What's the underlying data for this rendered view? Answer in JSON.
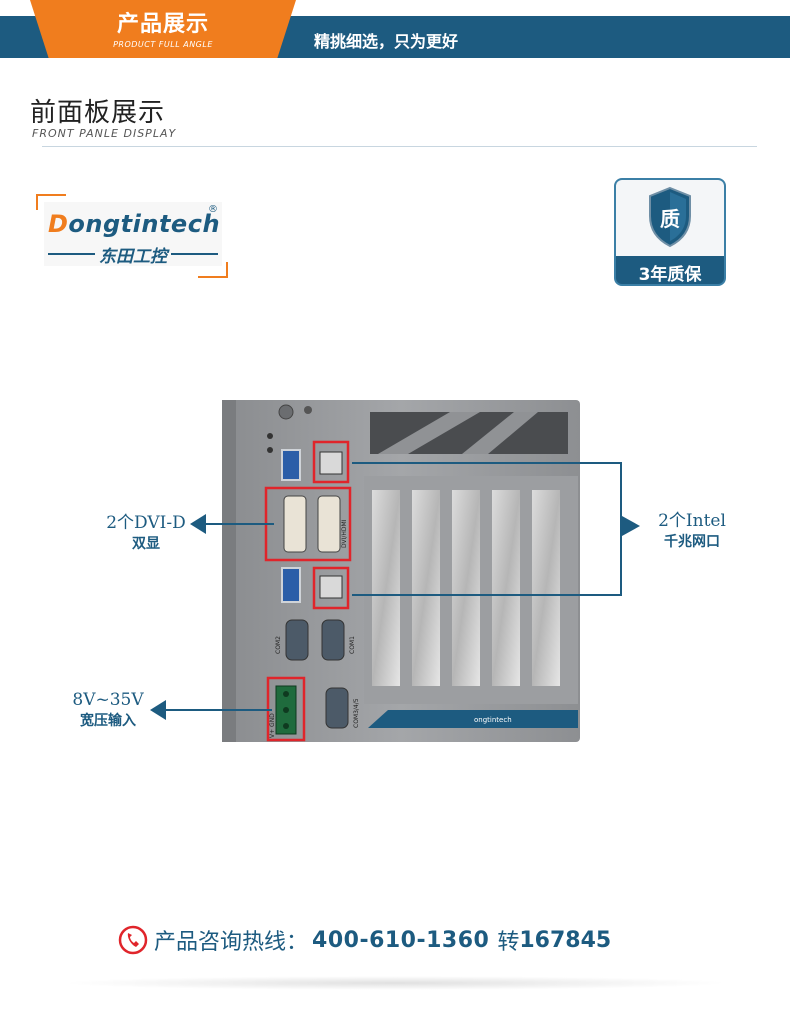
{
  "banner": {
    "title": "产品展示",
    "subtitle": "PRODUCT FULL ANGLE",
    "slogan": "精挑细选，只为更好"
  },
  "section": {
    "title": "前面板展示",
    "subtitle": "FRONT PANLE DISPLAY"
  },
  "logo": {
    "first_letter": "D",
    "brand_rest": "ongtintech",
    "registered": "®",
    "chinese": "东田工控"
  },
  "badge": {
    "glyph": "质",
    "text": "3年质保"
  },
  "callouts": {
    "dvi": {
      "main": "2个DVI-D",
      "sub": "双显"
    },
    "lan": {
      "main": "2个Intel",
      "sub": "千兆网口"
    },
    "power": {
      "main": "8V~35V",
      "sub": "宽压输入"
    }
  },
  "device_labels": {
    "com1": "COM1",
    "com2": "COM2",
    "com345": "COM3/4/5",
    "dvi_hdmi": "DVI/HDMI",
    "power_pins": "V+  GND",
    "plate_logo": "ongtintech"
  },
  "hotline": {
    "label": "产品咨询热线：",
    "number": "400-610-1360",
    "zhuan": "转",
    "ext": "167845"
  },
  "colors": {
    "brand_blue": "#1d5b80",
    "accent_orange": "#f07d1e",
    "highlight_red": "#e0252b"
  }
}
